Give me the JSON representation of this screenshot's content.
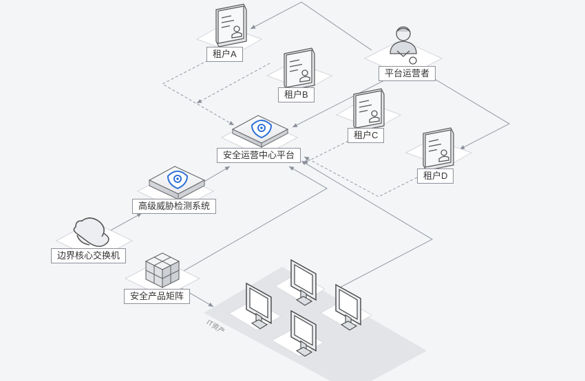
{
  "nodes": {
    "tenant_a": "租户A",
    "tenant_b": "租户B",
    "tenant_c": "租户C",
    "tenant_d": "租户D",
    "operator": "平台运营者",
    "soc_platform": "安全运营中心平台",
    "apt_system": "高级威胁检测系统",
    "core_switch": "边界核心交换机",
    "security_matrix": "安全产品矩阵",
    "it_assets": "IT资产"
  },
  "colors": {
    "line": "#9aa0aa",
    "accent": "#2b6fd6",
    "card": "#ffffff",
    "tile": "#e6e7ea"
  },
  "icons": [
    "tenant-card-icon",
    "operator-person-icon",
    "soc-platform-icon",
    "apt-device-icon",
    "switch-icon",
    "cube-matrix-icon",
    "monitor-icon"
  ]
}
